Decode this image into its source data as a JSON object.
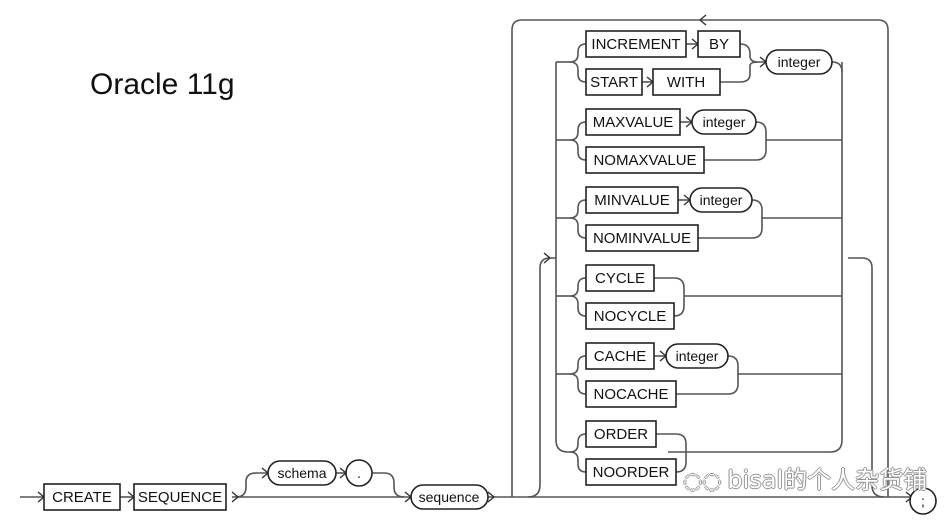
{
  "title": "Oracle 11g",
  "watermark": {
    "icon": "wechat-icon",
    "text": "bisal的个人杂货铺"
  },
  "diagram": {
    "type": "railroad-syntax",
    "statement": "CREATE SEQUENCE",
    "main_path": [
      {
        "kind": "keyword",
        "label": "CREATE"
      },
      {
        "kind": "keyword",
        "label": "SEQUENCE"
      },
      {
        "kind": "optional",
        "items": [
          {
            "kind": "variable",
            "label": "schema"
          },
          {
            "kind": "terminal",
            "label": "."
          }
        ]
      },
      {
        "kind": "variable",
        "label": "sequence"
      }
    ],
    "options_loop": [
      {
        "branch": [
          {
            "kind": "choice",
            "alternatives": [
              [
                {
                  "kind": "keyword",
                  "label": "INCREMENT"
                },
                {
                  "kind": "keyword",
                  "label": "BY"
                }
              ],
              [
                {
                  "kind": "keyword",
                  "label": "START"
                },
                {
                  "kind": "keyword",
                  "label": "WITH"
                }
              ]
            ]
          },
          {
            "kind": "variable",
            "label": "integer"
          }
        ]
      },
      {
        "branch": [
          {
            "kind": "choice",
            "alternatives": [
              [
                {
                  "kind": "keyword",
                  "label": "MAXVALUE"
                },
                {
                  "kind": "variable",
                  "label": "integer"
                }
              ],
              [
                {
                  "kind": "keyword",
                  "label": "NOMAXVALUE"
                }
              ]
            ]
          }
        ]
      },
      {
        "branch": [
          {
            "kind": "choice",
            "alternatives": [
              [
                {
                  "kind": "keyword",
                  "label": "MINVALUE"
                },
                {
                  "kind": "variable",
                  "label": "integer"
                }
              ],
              [
                {
                  "kind": "keyword",
                  "label": "NOMINVALUE"
                }
              ]
            ]
          }
        ]
      },
      {
        "branch": [
          {
            "kind": "choice",
            "alternatives": [
              [
                {
                  "kind": "keyword",
                  "label": "CYCLE"
                }
              ],
              [
                {
                  "kind": "keyword",
                  "label": "NOCYCLE"
                }
              ]
            ]
          }
        ]
      },
      {
        "branch": [
          {
            "kind": "choice",
            "alternatives": [
              [
                {
                  "kind": "keyword",
                  "label": "CACHE"
                },
                {
                  "kind": "variable",
                  "label": "integer"
                }
              ],
              [
                {
                  "kind": "keyword",
                  "label": "NOCACHE"
                }
              ]
            ]
          }
        ]
      },
      {
        "branch": [
          {
            "kind": "choice",
            "alternatives": [
              [
                {
                  "kind": "keyword",
                  "label": "ORDER"
                }
              ],
              [
                {
                  "kind": "keyword",
                  "label": "NOORDER"
                }
              ]
            ]
          }
        ]
      }
    ],
    "terminator": ";",
    "labels": {
      "create": "CREATE",
      "sequence_kw": "SEQUENCE",
      "schema": "schema",
      "dot": ".",
      "sequence": "sequence",
      "increment": "INCREMENT",
      "by": "BY",
      "start": "START",
      "with": "WITH",
      "integer": "integer",
      "maxvalue": "MAXVALUE",
      "nomaxvalue": "NOMAXVALUE",
      "minvalue": "MINVALUE",
      "nominvalue": "NOMINVALUE",
      "cycle": "CYCLE",
      "nocycle": "NOCYCLE",
      "cache": "CACHE",
      "nocache": "NOCACHE",
      "order": "ORDER",
      "noorder": "NOORDER",
      "semicolon": ";"
    }
  }
}
